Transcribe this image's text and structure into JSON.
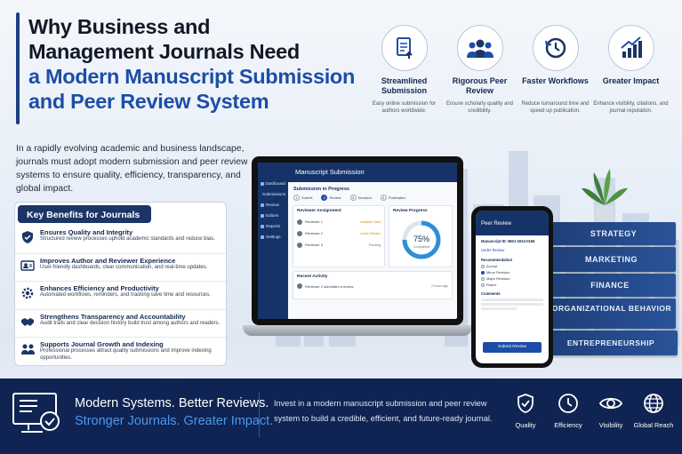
{
  "title": {
    "line1": "Why Business and",
    "line2": "Management Journals Need",
    "line3": "a Modern Manuscript Submission",
    "line4": "and Peer Review System"
  },
  "intro": "In a rapidly evolving academic and business landscape, journals must adopt modern submission and peer review systems to ensure quality, efficiency, transparency, and global impact.",
  "features": [
    {
      "icon": "document-upload-icon",
      "title": "Streamlined Submission",
      "desc": "Easy online submission for authors worldwide."
    },
    {
      "icon": "people-group-icon",
      "title": "Rigorous Peer Review",
      "desc": "Ensure scholarly quality and credibility."
    },
    {
      "icon": "clock-refresh-icon",
      "title": "Faster Workflows",
      "desc": "Reduce turnaround time and speed up publication."
    },
    {
      "icon": "growth-chart-icon",
      "title": "Greater Impact",
      "desc": "Enhance visibility, citations, and journal reputation."
    }
  ],
  "benefits": {
    "heading": "Key Benefits for Journals",
    "items": [
      {
        "icon": "shield-check-icon",
        "title": "Ensures Quality and Integrity",
        "desc": "Structured review processes uphold academic standards and reduce bias."
      },
      {
        "icon": "user-experience-icon",
        "title": "Improves Author and Reviewer Experience",
        "desc": "User-friendly dashboards, clear communication, and real-time updates."
      },
      {
        "icon": "gear-icon",
        "title": "Enhances Efficiency and Productivity",
        "desc": "Automated workflows, reminders, and tracking save time and resources."
      },
      {
        "icon": "handshake-icon",
        "title": "Strengthens Transparency and Accountability",
        "desc": "Audit trails and clear decision history build trust among authors and readers."
      },
      {
        "icon": "people-icon",
        "title": "Supports Journal Growth and Indexing",
        "desc": "Professional processes attract quality submissions and improve indexing opportunities."
      }
    ]
  },
  "laptop": {
    "title": "Manuscript Submission",
    "sidebar": [
      "Dashboard",
      "Submissions",
      "Review",
      "Editors",
      "Reports",
      "Settings"
    ],
    "section": "Submission in Progress",
    "steps": [
      {
        "n": "1",
        "label": "Submit"
      },
      {
        "n": "2",
        "label": "Review"
      },
      {
        "n": "3",
        "label": "Decision"
      },
      {
        "n": "4",
        "label": "Publication"
      }
    ],
    "assignment_title": "Reviewer Assignment",
    "reviewers": [
      {
        "name": "Reviewer 1",
        "status": "Invitation Sent",
        "color": "#c98a12"
      },
      {
        "name": "Reviewer 2",
        "status": "Under Review",
        "color": "#d98a06"
      },
      {
        "name": "Reviewer 3",
        "status": "Pending",
        "color": "#6b7280"
      }
    ],
    "progress_title": "Review Progress",
    "progress_value": "75%",
    "progress_label": "Completed",
    "progress_fraction": 0.75,
    "activity_title": "Recent Activity",
    "activity": "Reviewer 2 submitted a review",
    "activity_time": "2 hours ago"
  },
  "phone": {
    "title": "Peer Review",
    "manuscript_id": "Manuscript ID: BMJ-2024-0156",
    "status": "Under Review",
    "rec_label": "Recommendation",
    "options": [
      {
        "label": "Accept",
        "selected": false
      },
      {
        "label": "Minor Revision",
        "selected": true
      },
      {
        "label": "Major Revision",
        "selected": false
      },
      {
        "label": "Reject",
        "selected": false
      }
    ],
    "comments_label": "Comments",
    "button": "Submit Review"
  },
  "books": [
    "STRATEGY",
    "MARKETING",
    "FINANCE",
    "ORGANIZATIONAL BEHAVIOR",
    "ENTREPRENEURSHIP"
  ],
  "footer": {
    "headline1": "Modern Systems. Better Reviews.",
    "headline2": "Stronger Journals. Greater Impact.",
    "text": "Invest in a modern manuscript submission and peer review system to build a credible, efficient, and future-ready journal.",
    "items": [
      {
        "icon": "shield-check-icon",
        "label": "Quality"
      },
      {
        "icon": "clock-icon",
        "label": "Efficiency"
      },
      {
        "icon": "eye-icon",
        "label": "Visibility"
      },
      {
        "icon": "globe-icon",
        "label": "Global Reach"
      }
    ]
  },
  "colors": {
    "navy": "#0f2452",
    "brand_blue": "#1c4ea8",
    "accent_blue": "#4c97ee"
  }
}
